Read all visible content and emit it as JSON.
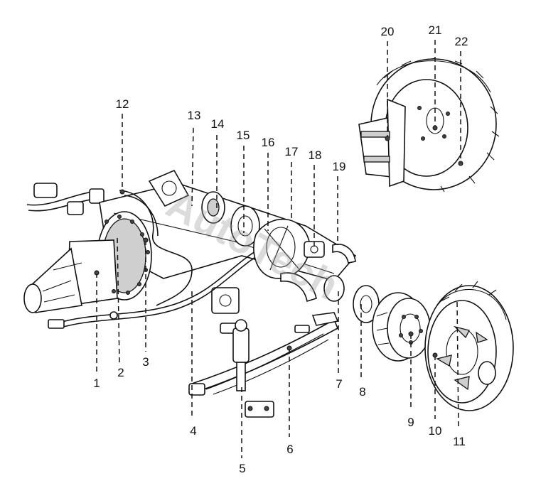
{
  "watermark": "AutoTech",
  "callouts": [
    {
      "id": "1",
      "label": "1"
    },
    {
      "id": "2",
      "label": "2"
    },
    {
      "id": "3",
      "label": "3"
    },
    {
      "id": "4",
      "label": "4"
    },
    {
      "id": "5",
      "label": "5"
    },
    {
      "id": "6",
      "label": "6"
    },
    {
      "id": "7",
      "label": "7"
    },
    {
      "id": "8",
      "label": "8"
    },
    {
      "id": "9",
      "label": "9"
    },
    {
      "id": "10",
      "label": "10"
    },
    {
      "id": "11",
      "label": "11"
    },
    {
      "id": "12",
      "label": "12"
    },
    {
      "id": "13",
      "label": "13"
    },
    {
      "id": "14",
      "label": "14"
    },
    {
      "id": "15",
      "label": "15"
    },
    {
      "id": "16",
      "label": "16"
    },
    {
      "id": "17",
      "label": "17"
    },
    {
      "id": "18",
      "label": "18"
    },
    {
      "id": "19",
      "label": "19"
    },
    {
      "id": "20",
      "label": "20"
    },
    {
      "id": "21",
      "label": "21"
    },
    {
      "id": "22",
      "label": "22"
    }
  ]
}
